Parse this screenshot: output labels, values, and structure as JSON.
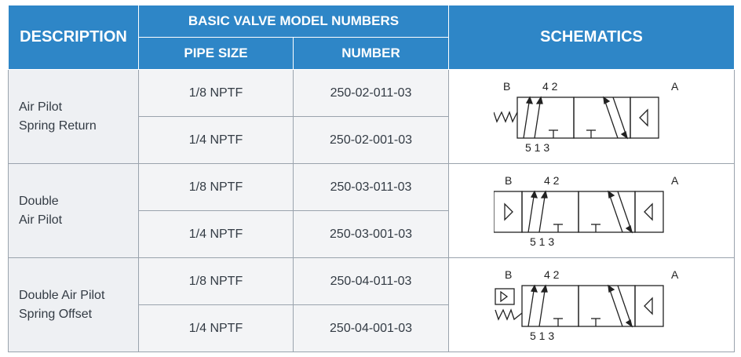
{
  "table": {
    "header": {
      "description": "DESCRIPTION",
      "basic_group": "BASIC VALVE MODEL NUMBERS",
      "pipe_size": "PIPE SIZE",
      "number": "NUMBER",
      "schematics": "SCHEMATICS"
    },
    "groups": [
      {
        "description_lines": [
          "Air Pilot",
          "Spring Return"
        ],
        "rows": [
          {
            "pipe_size": "1/8 NPTF",
            "number": "250-02-011-03"
          },
          {
            "pipe_size": "1/4 NPTF",
            "number": "250-02-001-03"
          }
        ],
        "schematic": {
          "left": "spring",
          "port_b": "B",
          "port_a": "A",
          "ports_top": "4 2",
          "ports_bottom": "5 1 3"
        }
      },
      {
        "description_lines": [
          "Double",
          "Air Pilot"
        ],
        "rows": [
          {
            "pipe_size": "1/8 NPTF",
            "number": "250-03-011-03"
          },
          {
            "pipe_size": "1/4 NPTF",
            "number": "250-03-001-03"
          }
        ],
        "schematic": {
          "left": "pilot",
          "port_b": "B",
          "port_a": "A",
          "ports_top": "4 2",
          "ports_bottom": "5 1 3"
        }
      },
      {
        "description_lines": [
          "Double Air Pilot",
          "Spring Offset"
        ],
        "rows": [
          {
            "pipe_size": "1/8 NPTF",
            "number": "250-04-011-03"
          },
          {
            "pipe_size": "1/4 NPTF",
            "number": "250-04-001-03"
          }
        ],
        "schematic": {
          "left": "pilot-spring",
          "port_b": "B",
          "port_a": "A",
          "ports_top": "4 2",
          "ports_bottom": "5 1 3"
        }
      }
    ]
  },
  "colors": {
    "header_bg": "#2e86c7",
    "cell_bg": "#f3f4f6",
    "desc_bg": "#eef0f3",
    "text": "#333b44"
  }
}
